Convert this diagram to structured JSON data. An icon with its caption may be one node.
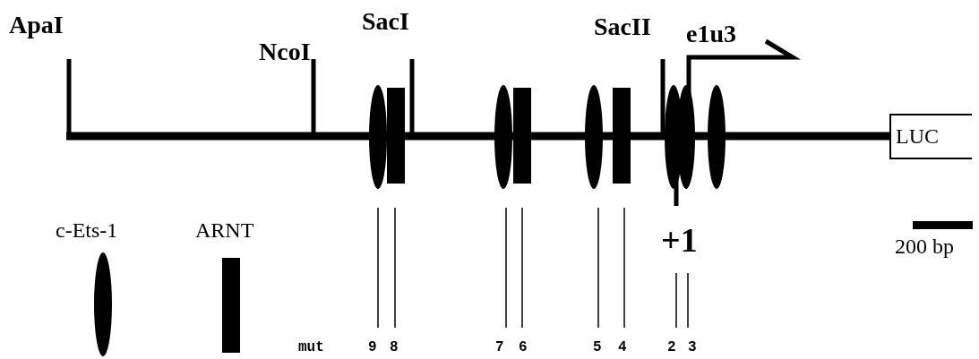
{
  "diagram": {
    "nodes": [
      {
        "text": [
          "LUC"
        ]
      }
    ],
    "labels": [
      "ApaI",
      "NcoI",
      "SacI",
      "SacII",
      "e1u3",
      "+1",
      "200 bp",
      "mut",
      "9",
      "8",
      "7",
      "6",
      "5",
      "4",
      "2",
      "3"
    ],
    "legend": [
      {
        "text": "c-Ets-1"
      },
      {
        "text": "ARNT"
      }
    ]
  }
}
